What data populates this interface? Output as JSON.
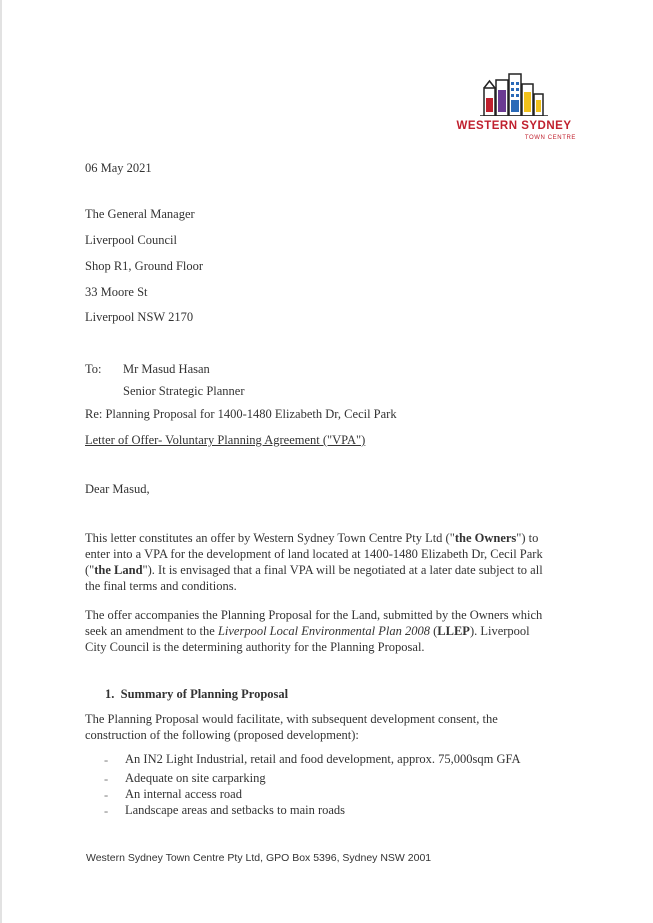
{
  "logo": {
    "title": "WESTERN SYDNEY",
    "subtitle": "TOWN CENTRE",
    "colors": {
      "red": "#c0202e",
      "blue": "#2a6ab8",
      "yellow": "#f2c21b",
      "purple": "#6b3a93",
      "dark": "#222222"
    }
  },
  "date": "06 May 2021",
  "address": {
    "line1": "The General Manager",
    "line2": "Liverpool Council",
    "line3": "Shop R1, Ground Floor",
    "line4": "33 Moore St",
    "line5": "Liverpool NSW 2170"
  },
  "to": {
    "label": "To:",
    "name": "Mr Masud Hasan",
    "title": "Senior Strategic Planner"
  },
  "re_line": "Re: Planning Proposal for 1400-1480 Elizabeth Dr, Cecil Park",
  "subject_line": "Letter of Offer- Voluntary Planning Agreement (\"VPA\")",
  "salutation": "Dear Masud,",
  "para1": {
    "a": "This letter constitutes an offer by Western Sydney Town Centre Pty Ltd (\"",
    "b": "the Owners",
    "c": "\") to enter into a VPA for the development of land located at 1400-1480 Elizabeth Dr, Cecil Park (\"",
    "d": "the Land",
    "e": "\"). It is envisaged that a final VPA will be negotiated at a later date subject to all the final terms and conditions."
  },
  "para2": {
    "a": "The offer accompanies the Planning Proposal for the Land, submitted by the Owners which seek an amendment to the ",
    "b": "Liverpool Local Environmental Plan 2008",
    "c": " (",
    "d": "LLEP",
    "e": "). Liverpool City Council is the determining authority for the Planning Proposal."
  },
  "section1": {
    "heading": "1.  Summary of Planning Proposal",
    "intro": "The Planning Proposal would facilitate, with subsequent development consent, the construction of the following (proposed development):",
    "bullets": [
      "An IN2 Light Industrial, retail and food development, approx. 75,000sqm GFA",
      "Adequate on site carparking",
      "An internal access road",
      "Landscape areas and setbacks to main roads"
    ],
    "bullet_marker": "-"
  },
  "footer": "Western Sydney Town Centre Pty Ltd, GPO Box 5396, Sydney NSW 2001"
}
